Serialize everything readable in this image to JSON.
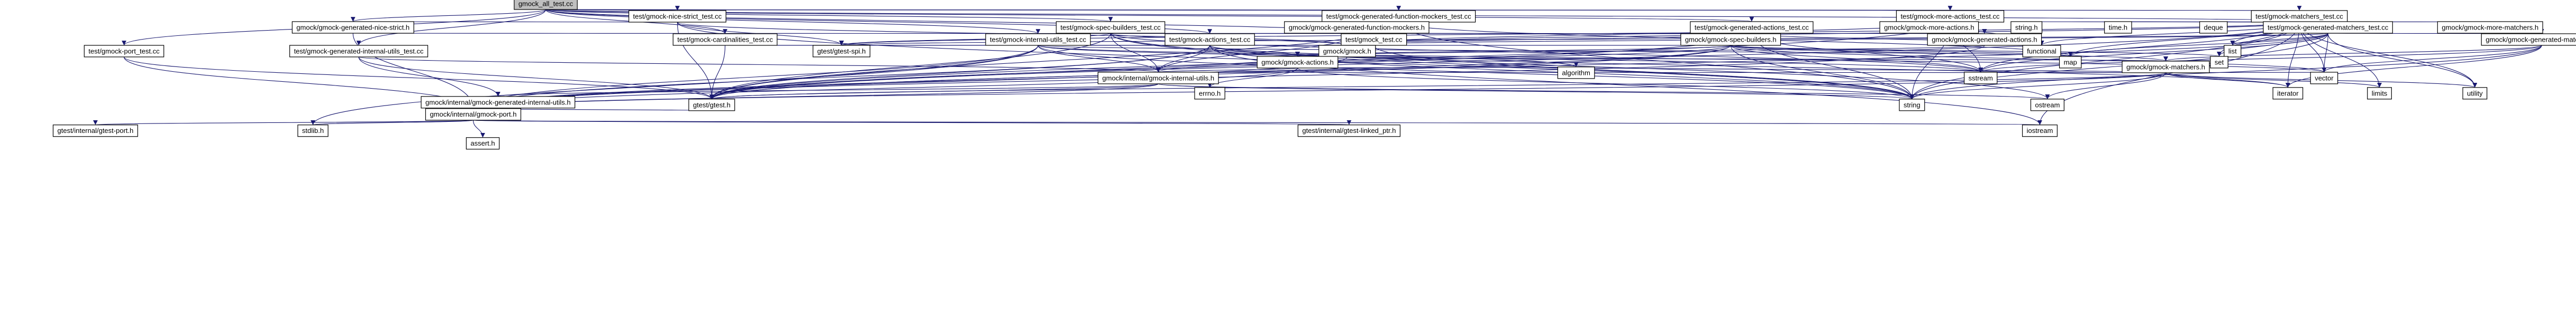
{
  "graph": {
    "colors": {
      "background": "#ffffff",
      "edge": "#191970",
      "root_fill": "#bfbfbf",
      "node_fill": "#ffffff",
      "missing_text": "#ff0000",
      "node_stroke": "#000000",
      "missing_stroke": "#ff0000"
    },
    "nodes": [
      {
        "id": "root",
        "label": "gmock_all_test.cc",
        "kind": "root"
      },
      {
        "id": "nice_strict_test",
        "label": "test/gmock-nice-strict_test.cc"
      },
      {
        "id": "gen_nice_strict_h",
        "label": "gmock/gmock-generated-nice-strict.h"
      },
      {
        "id": "gen_function_mockers_test",
        "label": "test/gmock-generated-function-mockers_test.cc"
      },
      {
        "id": "gen_function_mockers_h",
        "label": "gmock/gmock-generated-function-mockers.h"
      },
      {
        "id": "more_actions_test",
        "label": "test/gmock-more-actions_test.cc"
      },
      {
        "id": "more_actions_h",
        "label": "gmock/gmock-more-actions.h"
      },
      {
        "id": "matchers_test",
        "label": "test/gmock-matchers_test.cc"
      },
      {
        "id": "string_h",
        "label": "string.h"
      },
      {
        "id": "time_h",
        "label": "time.h",
        "kind": "missing"
      },
      {
        "id": "deque",
        "label": "deque"
      },
      {
        "id": "gen_matchers_test",
        "label": "test/gmock-generated-matchers_test.cc"
      },
      {
        "id": "more_matchers_h",
        "label": "gmock/gmock-more-matchers.h"
      },
      {
        "id": "gen_matchers_h",
        "label": "gmock/gmock-generated-matchers.h"
      },
      {
        "id": "spec_builders_test",
        "label": "test/gmock-spec-builders_test.cc"
      },
      {
        "id": "gen_actions_test",
        "label": "test/gmock-generated-actions_test.cc"
      },
      {
        "id": "cardinalities_test",
        "label": "test/gmock-cardinalities_test.cc"
      },
      {
        "id": "internal_utils_test",
        "label": "test/gmock-internal-utils_test.cc"
      },
      {
        "id": "actions_test",
        "label": "test/gmock-actions_test.cc"
      },
      {
        "id": "gmock_test",
        "label": "test/gmock_test.cc"
      },
      {
        "id": "gen_internal_utils_test",
        "label": "test/gmock-generated-internal-utils_test.cc"
      },
      {
        "id": "port_test",
        "label": "test/gmock-port_test.cc"
      },
      {
        "id": "spec_builders_h",
        "label": "gmock/gmock-spec-builders.h",
        "kind": "missing"
      },
      {
        "id": "gen_actions_h",
        "label": "gmock/gmock-generated-actions.h"
      },
      {
        "id": "gtest_spi_h",
        "label": "gtest/gtest-spi.h"
      },
      {
        "id": "gmock_h",
        "label": "gmock/gmock.h"
      },
      {
        "id": "functional",
        "label": "functional"
      },
      {
        "id": "list",
        "label": "list"
      },
      {
        "id": "map",
        "label": "map"
      },
      {
        "id": "set",
        "label": "set"
      },
      {
        "id": "actions_h",
        "label": "gmock/gmock-actions.h"
      },
      {
        "id": "matchers_h",
        "label": "gmock/gmock-matchers.h",
        "kind": "missing"
      },
      {
        "id": "algorithm",
        "label": "algorithm"
      },
      {
        "id": "sstream",
        "label": "sstream"
      },
      {
        "id": "internal_utils_h",
        "label": "gmock/internal/gmock-internal-utils.h",
        "kind": "missing"
      },
      {
        "id": "vector",
        "label": "vector"
      },
      {
        "id": "iterator",
        "label": "iterator"
      },
      {
        "id": "limits",
        "label": "limits"
      },
      {
        "id": "utility",
        "label": "utility"
      },
      {
        "id": "errno_h",
        "label": "errno.h"
      },
      {
        "id": "gtest_h",
        "label": "gtest/gtest.h"
      },
      {
        "id": "gen_internal_utils_h",
        "label": "gmock/internal/gmock-generated-internal-utils.h"
      },
      {
        "id": "string",
        "label": "string"
      },
      {
        "id": "ostream",
        "label": "ostream"
      },
      {
        "id": "port_h",
        "label": "gmock/internal/gmock-port.h"
      },
      {
        "id": "gtest_port_h",
        "label": "gtest/internal/gtest-port.h"
      },
      {
        "id": "stdlib_h",
        "label": "stdlib.h"
      },
      {
        "id": "assert_h",
        "label": "assert.h",
        "kind": "missing"
      },
      {
        "id": "gtest_linked_ptr_h",
        "label": "gtest/internal/gtest-linked_ptr.h"
      },
      {
        "id": "iostream",
        "label": "iostream"
      }
    ],
    "edges": [
      [
        "root",
        "nice_strict_test"
      ],
      [
        "root",
        "gen_function_mockers_test"
      ],
      [
        "root",
        "more_actions_test"
      ],
      [
        "root",
        "matchers_test"
      ],
      [
        "root",
        "gen_nice_strict_h"
      ],
      [
        "root",
        "spec_builders_test"
      ],
      [
        "root",
        "gen_actions_test"
      ],
      [
        "root",
        "cardinalities_test"
      ],
      [
        "root",
        "internal_utils_test"
      ],
      [
        "root",
        "actions_test"
      ],
      [
        "root",
        "gmock_test"
      ],
      [
        "root",
        "gen_internal_utils_test"
      ],
      [
        "root",
        "port_test"
      ],
      [
        "root",
        "gen_matchers_test"
      ],
      [
        "nice_strict_test",
        "gen_nice_strict_h"
      ],
      [
        "nice_strict_test",
        "gmock_h"
      ],
      [
        "nice_strict_test",
        "gtest_h"
      ],
      [
        "nice_strict_test",
        "gtest_spi_h"
      ],
      [
        "nice_strict_test",
        "string"
      ],
      [
        "gen_nice_strict_h",
        "spec_builders_h"
      ],
      [
        "gen_nice_strict_h",
        "port_h"
      ],
      [
        "gen_function_mockers_test",
        "gen_function_mockers_h"
      ],
      [
        "gen_function_mockers_test",
        "gmock_h"
      ],
      [
        "gen_function_mockers_test",
        "gtest_h"
      ],
      [
        "gen_function_mockers_test",
        "map"
      ],
      [
        "gen_function_mockers_test",
        "string"
      ],
      [
        "gen_function_mockers_h",
        "spec_builders_h"
      ],
      [
        "gen_function_mockers_h",
        "internal_utils_h"
      ],
      [
        "more_actions_test",
        "more_actions_h"
      ],
      [
        "more_actions_test",
        "functional"
      ],
      [
        "more_actions_test",
        "sstream"
      ],
      [
        "more_actions_test",
        "string"
      ],
      [
        "more_actions_test",
        "gmock_h"
      ],
      [
        "more_actions_test",
        "gtest_h"
      ],
      [
        "more_actions_h",
        "gen_actions_h"
      ],
      [
        "more_actions_h",
        "functional"
      ],
      [
        "matchers_test",
        "string_h"
      ],
      [
        "matchers_test",
        "time_h"
      ],
      [
        "matchers_test",
        "deque"
      ],
      [
        "matchers_test",
        "functional"
      ],
      [
        "matchers_test",
        "iostream"
      ],
      [
        "matchers_test",
        "iterator"
      ],
      [
        "matchers_test",
        "limits"
      ],
      [
        "matchers_test",
        "list"
      ],
      [
        "matchers_test",
        "map"
      ],
      [
        "matchers_test",
        "set"
      ],
      [
        "matchers_test",
        "sstream"
      ],
      [
        "matchers_test",
        "string"
      ],
      [
        "matchers_test",
        "utility"
      ],
      [
        "matchers_test",
        "vector"
      ],
      [
        "matchers_test",
        "gmock_h"
      ],
      [
        "matchers_test",
        "more_matchers_h"
      ],
      [
        "matchers_test",
        "gtest_h"
      ],
      [
        "matchers_test",
        "gtest_spi_h"
      ],
      [
        "more_matchers_h",
        "gen_matchers_h"
      ],
      [
        "gen_matchers_test",
        "gen_matchers_h"
      ],
      [
        "gen_matchers_test",
        "list"
      ],
      [
        "gen_matchers_test",
        "map"
      ],
      [
        "gen_matchers_test",
        "set"
      ],
      [
        "gen_matchers_test",
        "sstream"
      ],
      [
        "gen_matchers_test",
        "string"
      ],
      [
        "gen_matchers_test",
        "utility"
      ],
      [
        "gen_matchers_test",
        "vector"
      ],
      [
        "gen_matchers_test",
        "gmock_h"
      ],
      [
        "gen_matchers_test",
        "gtest_h"
      ],
      [
        "gen_matchers_test",
        "gtest_spi_h"
      ],
      [
        "gen_matchers_h",
        "matchers_h"
      ],
      [
        "gen_matchers_h",
        "iterator"
      ],
      [
        "gen_matchers_h",
        "sstream"
      ],
      [
        "gen_matchers_h",
        "string"
      ],
      [
        "gen_matchers_h",
        "vector"
      ],
      [
        "spec_builders_test",
        "spec_builders_h"
      ],
      [
        "spec_builders_test",
        "ostream"
      ],
      [
        "spec_builders_test",
        "sstream"
      ],
      [
        "spec_builders_test",
        "string"
      ],
      [
        "spec_builders_test",
        "gmock_h"
      ],
      [
        "spec_builders_test",
        "internal_utils_h"
      ],
      [
        "spec_builders_test",
        "gtest_h"
      ],
      [
        "spec_builders_test",
        "gtest_spi_h"
      ],
      [
        "gen_actions_test",
        "gen_actions_h"
      ],
      [
        "gen_actions_test",
        "functional"
      ],
      [
        "gen_actions_test",
        "sstream"
      ],
      [
        "gen_actions_test",
        "string"
      ],
      [
        "gen_actions_test",
        "gmock_h"
      ],
      [
        "gen_actions_test",
        "gtest_h"
      ],
      [
        "gen_actions_h",
        "actions_h"
      ],
      [
        "gen_actions_h",
        "port_h"
      ],
      [
        "cardinalities_test",
        "gmock_h"
      ],
      [
        "cardinalities_test",
        "gtest_h"
      ],
      [
        "cardinalities_test",
        "gtest_spi_h"
      ],
      [
        "internal_utils_test",
        "internal_utils_h"
      ],
      [
        "internal_utils_test",
        "stdlib_h"
      ],
      [
        "internal_utils_test",
        "map"
      ],
      [
        "internal_utils_test",
        "string"
      ],
      [
        "internal_utils_test",
        "sstream"
      ],
      [
        "internal_utils_test",
        "vector"
      ],
      [
        "internal_utils_test",
        "gmock_h"
      ],
      [
        "internal_utils_test",
        "gtest_h"
      ],
      [
        "internal_utils_test",
        "gtest_spi_h"
      ],
      [
        "internal_utils_test",
        "port_h"
      ],
      [
        "actions_test",
        "actions_h"
      ],
      [
        "actions_test",
        "algorithm"
      ],
      [
        "actions_test",
        "iostream"
      ],
      [
        "actions_test",
        "iterator"
      ],
      [
        "actions_test",
        "string"
      ],
      [
        "actions_test",
        "gmock_h"
      ],
      [
        "actions_test",
        "port_h"
      ],
      [
        "actions_test",
        "internal_utils_h"
      ],
      [
        "actions_test",
        "gtest_h"
      ],
      [
        "actions_test",
        "gtest_spi_h"
      ],
      [
        "gmock_test",
        "gmock_h"
      ],
      [
        "gmock_test",
        "string"
      ],
      [
        "gmock_test",
        "gtest_h"
      ],
      [
        "gen_internal_utils_test",
        "gen_internal_utils_h"
      ],
      [
        "gen_internal_utils_test",
        "internal_utils_h"
      ],
      [
        "gen_internal_utils_test",
        "gtest_h"
      ],
      [
        "port_test",
        "port_h"
      ],
      [
        "port_test",
        "gtest_h"
      ],
      [
        "spec_builders_h",
        "map"
      ],
      [
        "spec_builders_h",
        "set"
      ],
      [
        "spec_builders_h",
        "sstream"
      ],
      [
        "spec_builders_h",
        "string"
      ],
      [
        "spec_builders_h",
        "vector"
      ],
      [
        "spec_builders_h",
        "actions_h"
      ],
      [
        "spec_builders_h",
        "matchers_h"
      ],
      [
        "spec_builders_h",
        "internal_utils_h"
      ],
      [
        "spec_builders_h",
        "port_h"
      ],
      [
        "spec_builders_h",
        "gtest_h"
      ],
      [
        "gmock_h",
        "actions_h"
      ],
      [
        "gmock_h",
        "spec_builders_h"
      ],
      [
        "gmock_h",
        "matchers_h"
      ],
      [
        "gmock_h",
        "port_h"
      ],
      [
        "actions_h",
        "algorithm"
      ],
      [
        "actions_h",
        "string"
      ],
      [
        "actions_h",
        "errno_h"
      ],
      [
        "actions_h",
        "internal_utils_h"
      ],
      [
        "actions_h",
        "port_h"
      ],
      [
        "matchers_h",
        "algorithm"
      ],
      [
        "matchers_h",
        "iterator"
      ],
      [
        "matchers_h",
        "limits"
      ],
      [
        "matchers_h",
        "ostream"
      ],
      [
        "matchers_h",
        "sstream"
      ],
      [
        "matchers_h",
        "string"
      ],
      [
        "matchers_h",
        "utility"
      ],
      [
        "matchers_h",
        "vector"
      ],
      [
        "matchers_h",
        "internal_utils_h"
      ],
      [
        "matchers_h",
        "port_h"
      ],
      [
        "matchers_h",
        "gtest_h"
      ],
      [
        "internal_utils_h",
        "ostream"
      ],
      [
        "internal_utils_h",
        "string"
      ],
      [
        "internal_utils_h",
        "gen_internal_utils_h"
      ],
      [
        "internal_utils_h",
        "port_h"
      ],
      [
        "internal_utils_h",
        "gtest_h"
      ],
      [
        "gen_internal_utils_h",
        "port_h"
      ],
      [
        "gtest_h",
        "port_h"
      ],
      [
        "port_h",
        "assert_h"
      ],
      [
        "port_h",
        "stdlib_h"
      ],
      [
        "port_h",
        "iostream"
      ],
      [
        "port_h",
        "gtest_linked_ptr_h"
      ],
      [
        "port_h",
        "gtest_port_h"
      ]
    ]
  }
}
